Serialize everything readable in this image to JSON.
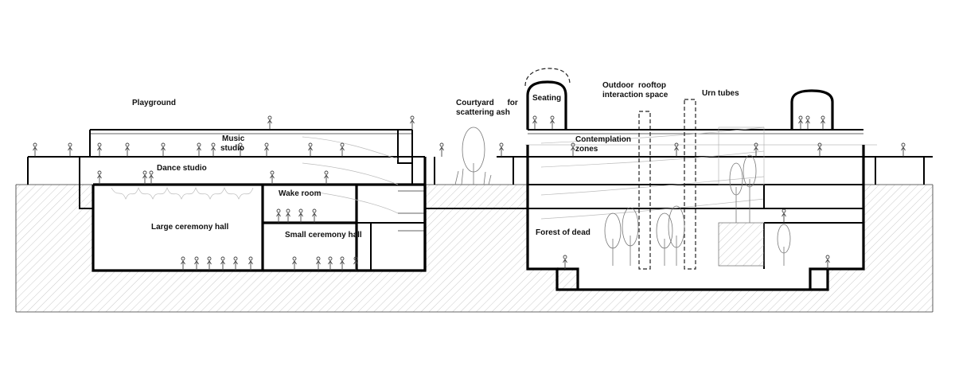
{
  "labels": {
    "playground": "Playground",
    "music_studio_line1": "Music",
    "music_studio_line2": "studio",
    "dance_studio": "Dance studio",
    "wake_room": "Wake room",
    "large_ceremony_hall": "Large ceremony hall",
    "small_ceremony_hall": "Small ceremony hall",
    "courtyard_line1": "Courtyard      for",
    "courtyard_line2": "scattering ash",
    "seating": "Seating",
    "rooftop_line1": "Outdoor  rooftop",
    "rooftop_line2": "interaction space",
    "urn_tubes": "Urn tubes",
    "contemplation_line1": "Contemplation",
    "contemplation_line2": "zones",
    "forest_of_dead": "Forest of dead"
  },
  "colors": {
    "line": "#000000",
    "hatch": "#b5b5b5",
    "background": "#ffffff"
  }
}
